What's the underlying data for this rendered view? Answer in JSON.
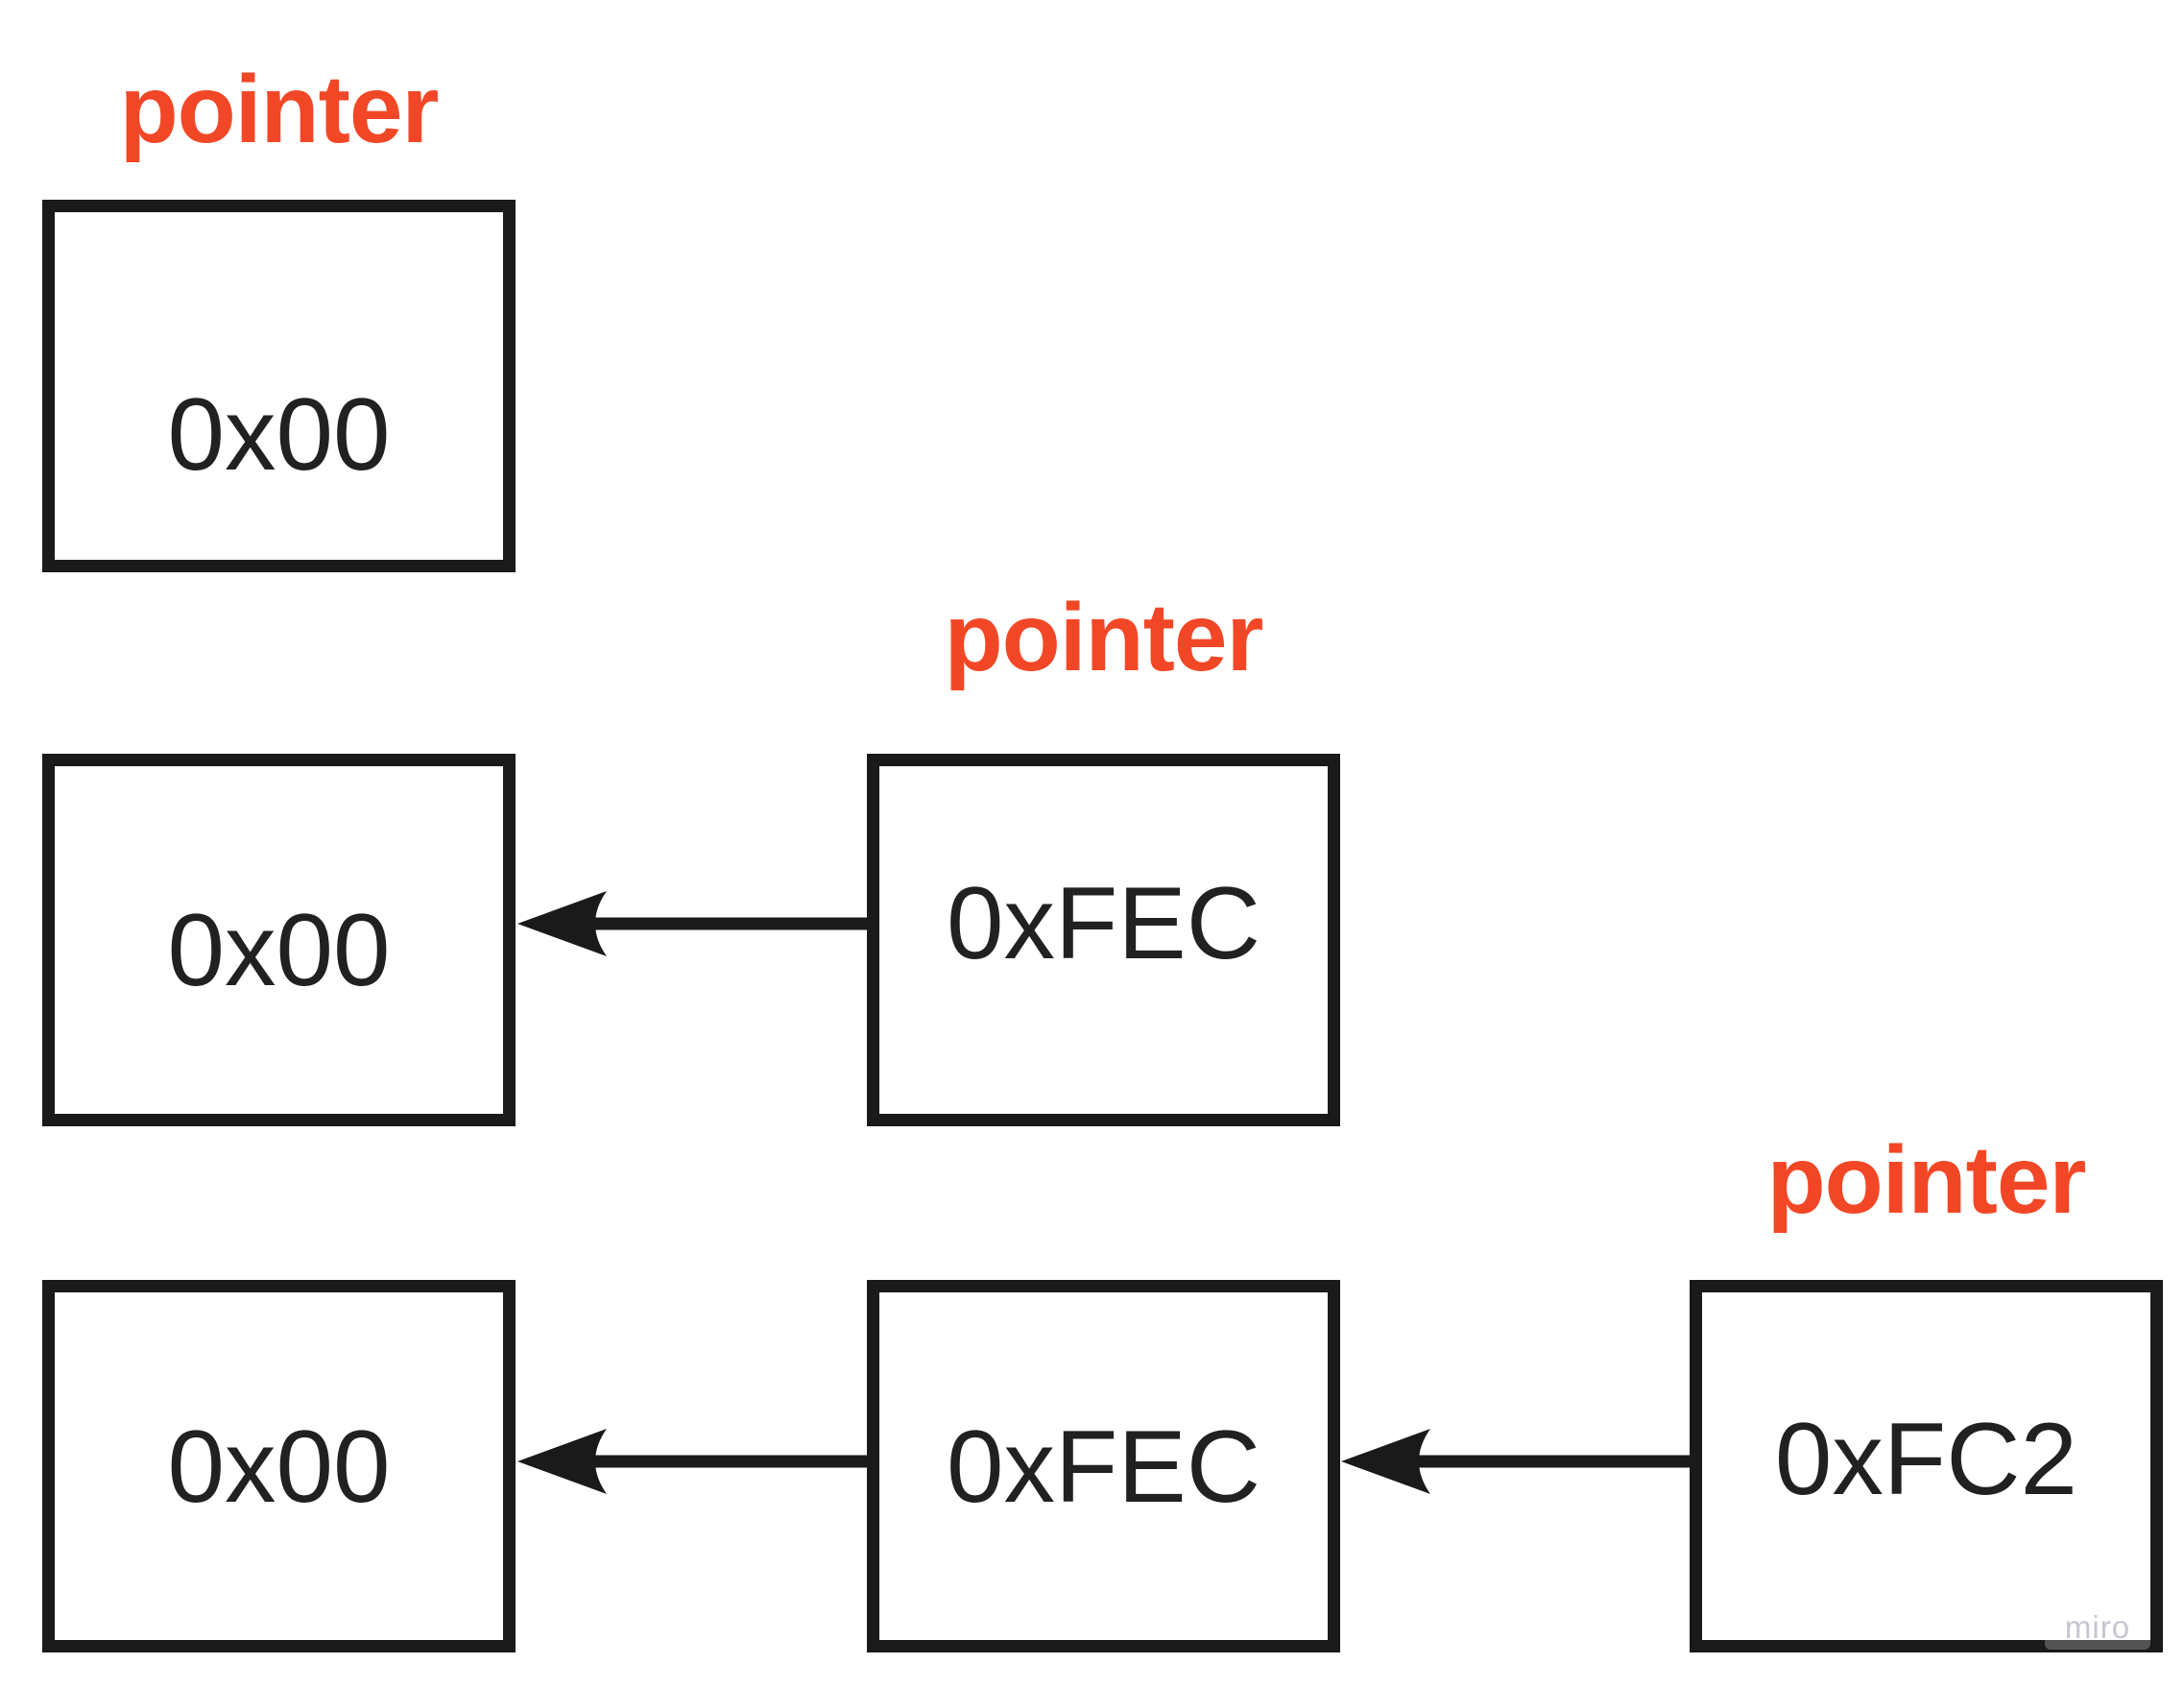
{
  "diagram": {
    "pointer_labels": [
      {
        "text": "pointer"
      },
      {
        "text": "pointer"
      },
      {
        "text": "pointer"
      }
    ],
    "boxes": [
      {
        "name": "row1-box1",
        "value": "0x00"
      },
      {
        "name": "row2-box1",
        "value": "0x00"
      },
      {
        "name": "row2-box2",
        "value": "0xFEC"
      },
      {
        "name": "row3-box1",
        "value": "0x00"
      },
      {
        "name": "row3-box2",
        "value": "0xFEC"
      },
      {
        "name": "row3-box3",
        "value": "0xFC2"
      }
    ],
    "arrows": [
      {
        "from": "row2-box2",
        "to": "row2-box1",
        "direction": "left"
      },
      {
        "from": "row3-box2",
        "to": "row3-box1",
        "direction": "left"
      },
      {
        "from": "row3-box3",
        "to": "row3-box2",
        "direction": "left"
      }
    ],
    "colors": {
      "label_red": "#F24726",
      "shape_stroke": "#1A1A1A",
      "value_text": "#212121",
      "background": "#FFFFFF",
      "watermark_gray": "#C6C6D2"
    },
    "watermark": {
      "text": "miro"
    }
  }
}
